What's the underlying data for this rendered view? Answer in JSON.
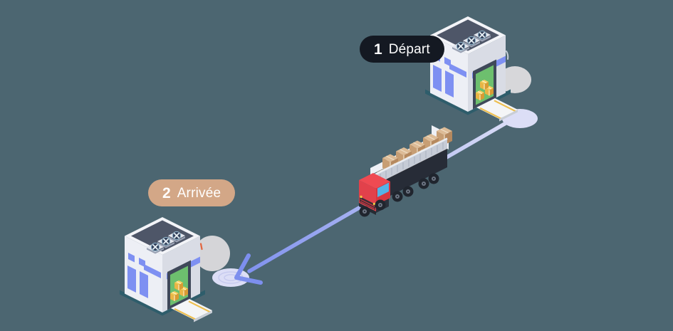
{
  "scene": {
    "description": "Isometric logistics illustration: a cargo truck drives along an arrowed route from a departure warehouse (top right) to an arrival warehouse (bottom left)",
    "background_color": "#4C6671"
  },
  "steps": [
    {
      "number": "1",
      "label": "Départ",
      "badge_bg": "#141922",
      "text_color": "#FFFFFF"
    },
    {
      "number": "2",
      "label": "Arrivée",
      "badge_bg": "#D3A787",
      "text_color": "#FFFFFF"
    }
  ],
  "route": {
    "from": "Départ",
    "to": "Arrivée",
    "line_color_start": "#D9DCF6",
    "line_color_end": "#7E90EE",
    "marker_fill": "#DCDEF6"
  },
  "icons": {
    "warehouse_icon": "isometric warehouse with rooftop fans, blue windows, green loading door and ramp",
    "truck_icon": "isometric truck with red cab hauling stacked cardboard boxes",
    "fan_icon": "rooftop ventilation fan",
    "cargo_box_icon": "cardboard box",
    "crate_icon": "yellow crate",
    "arrow_icon": "route arrowhead"
  },
  "palette": {
    "roof": "#4E5668",
    "wall_light": "#EDEFF5",
    "wall_shade": "#D9DCE5",
    "accent_blue": "#7E90F2",
    "base_teal": "#2E5D6B",
    "door_green": "#6DBF6E",
    "cab_red": "#E2414B",
    "box_brown": "#C79E74",
    "crate_yellow": "#F6CF5F",
    "ground_pad_gray": "#D7D7DA"
  }
}
